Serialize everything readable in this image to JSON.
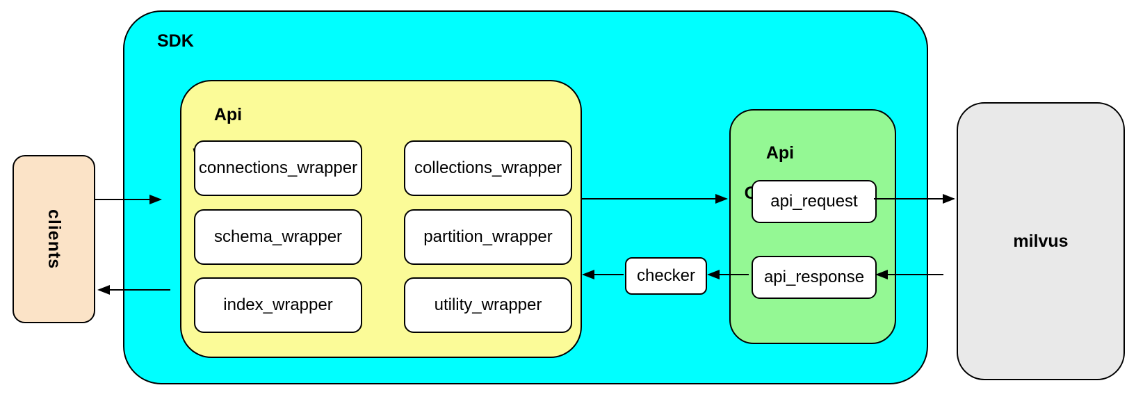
{
  "nodes": {
    "clients": {
      "label": "clients",
      "fill": "#FBE3C7"
    },
    "sdk": {
      "label": "SDK",
      "fill": "#00FFFF"
    },
    "api_wrapper": {
      "label_lines": [
        "Api",
        "Wrapper"
      ],
      "fill": "#FBFB98",
      "modules": {
        "column1": [
          "connections_wrapper",
          "schema_wrapper",
          "index_wrapper"
        ],
        "column2": [
          "collections_wrapper",
          "partition_wrapper",
          "utility_wrapper"
        ]
      }
    },
    "checker": {
      "label": "checker",
      "fill": "#FFFFFF"
    },
    "api_gateway": {
      "label_lines": [
        "Api",
        "Gateway"
      ],
      "fill": "#94F894",
      "modules": [
        "api_request",
        "api_response"
      ]
    },
    "milvus": {
      "label": "milvus",
      "fill": "#E9E9E9"
    }
  },
  "connections": [
    {
      "from": "clients",
      "to": "sdk"
    },
    {
      "from": "api_wrapper",
      "to": "api_gateway"
    },
    {
      "from": "api_request",
      "to": "milvus"
    },
    {
      "from": "milvus",
      "to": "api_response"
    },
    {
      "from": "api_response",
      "to": "checker"
    },
    {
      "from": "checker",
      "to": "api_wrapper"
    },
    {
      "from": "sdk",
      "to": "clients"
    }
  ]
}
